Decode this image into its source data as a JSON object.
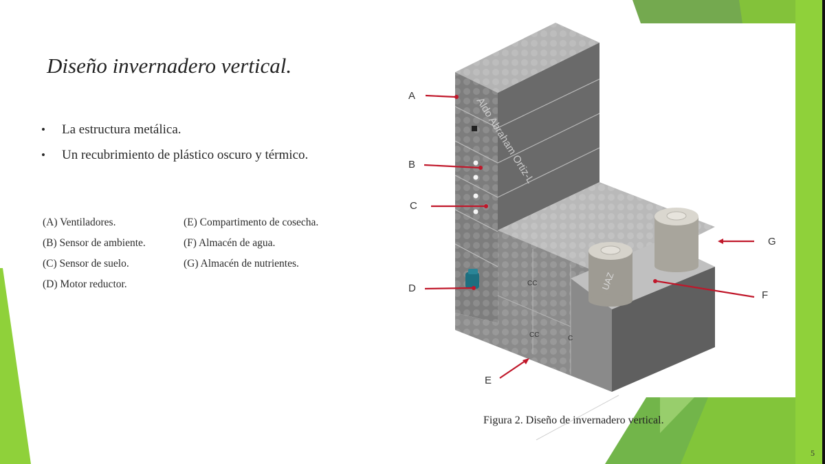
{
  "slide": {
    "title": "Diseño invernadero vertical.",
    "bullets": [
      "La estructura metálica.",
      "Un recubrimiento de plástico oscuro y térmico."
    ],
    "legend": [
      {
        "key": "A",
        "text": "(A) Ventiladores."
      },
      {
        "key": "E",
        "text": "(E) Compartimento de cosecha."
      },
      {
        "key": "B",
        "text": "(B) Sensor de ambiente."
      },
      {
        "key": "F",
        "text": "(F) Almacén de agua."
      },
      {
        "key": "C",
        "text": "(C) Sensor de suelo."
      },
      {
        "key": "G",
        "text": "(G) Almacén de nutrientes."
      },
      {
        "key": "D",
        "text": "(D) Motor reductor."
      }
    ],
    "figure": {
      "labels": {
        "A": "A",
        "B": "B",
        "C": "C",
        "D": "D",
        "E": "E",
        "F": "F",
        "G": "G"
      },
      "watermark": "Aldo Abraham Ortiz-L",
      "tank_mark": "UAZ",
      "caption": "Figura 2. Diseño de invernadero vertical."
    },
    "page_number": "5"
  },
  "colors": {
    "green_dark": "#6aa84f",
    "green_mid": "#7dbb3c",
    "green_light": "#8fd13a",
    "arrow_red": "#c0172a",
    "box_gray": "#8a8a8a"
  }
}
